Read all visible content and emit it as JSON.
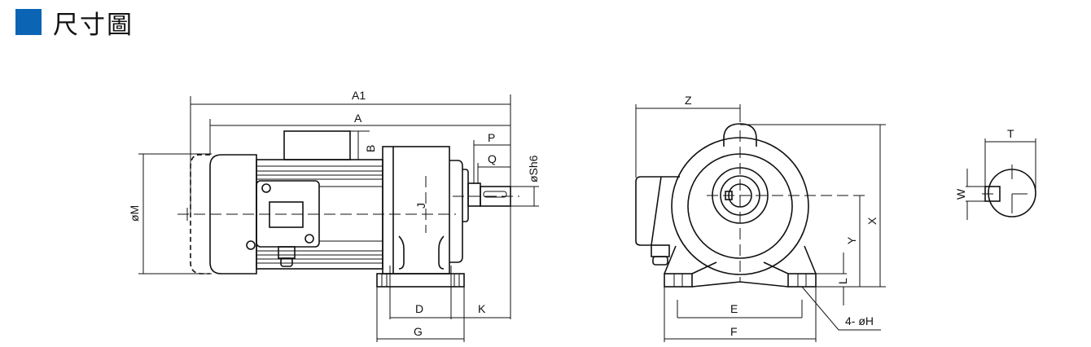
{
  "header": {
    "title": "尺寸圖",
    "accent_color": "#0b64b4"
  },
  "side_view": {
    "A1": "A1",
    "A": "A",
    "B": "B",
    "P": "P",
    "Q": "Q",
    "Sh6": "øSh6",
    "M": "øM",
    "J": "J",
    "D": "D",
    "K": "K",
    "G": "G"
  },
  "front_view": {
    "Z": "Z",
    "X": "X",
    "Y": "Y",
    "L": "L",
    "E": "E",
    "F": "F",
    "H": "4- øH"
  },
  "shaft_section": {
    "T": "T",
    "W": "W"
  }
}
